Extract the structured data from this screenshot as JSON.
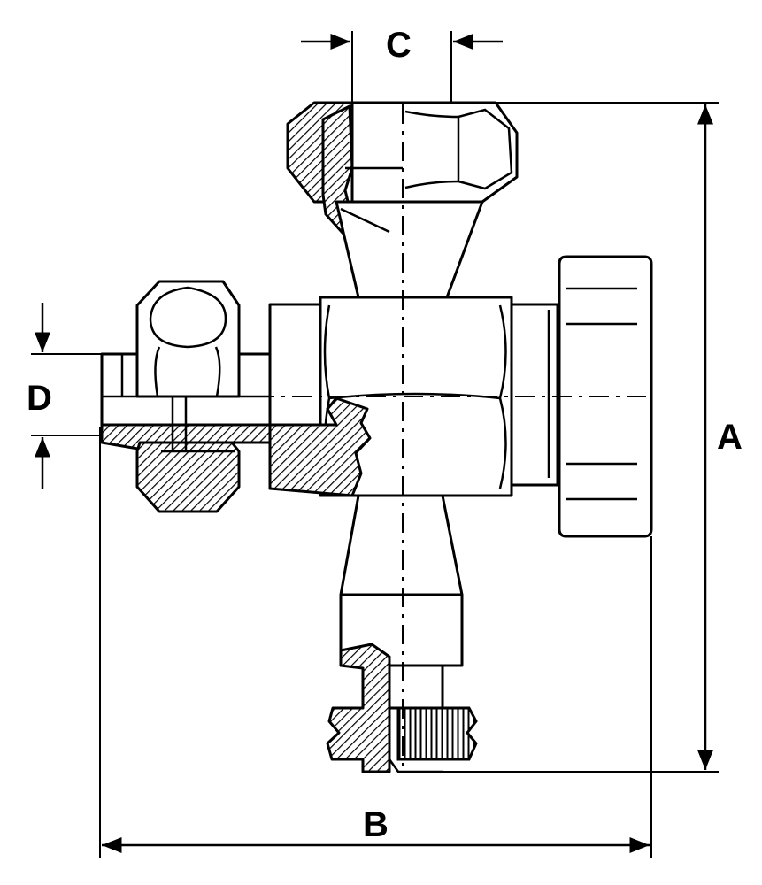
{
  "dimensions": {
    "a": "A",
    "b": "B",
    "c": "C",
    "d": "D"
  },
  "colors": {
    "line": "#000000",
    "background": "#ffffff"
  }
}
